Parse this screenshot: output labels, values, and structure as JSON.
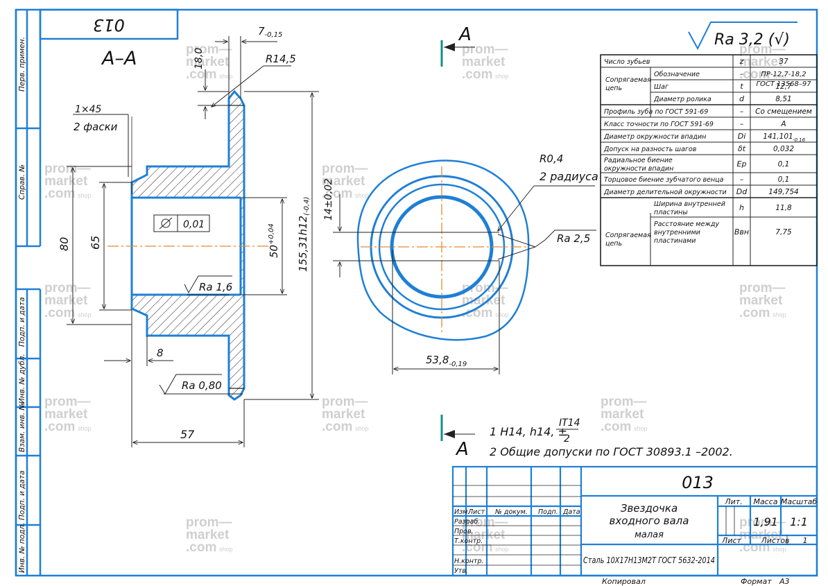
{
  "designation_rotated": "013",
  "section_label": "А–А",
  "view_label": "А",
  "roughness_general": "Ra 3,2 (√)",
  "left_strip": [
    "Перв. примен.",
    "Справ. №",
    "Подп. и дата",
    "Инв. № дубл.",
    "Взам. инв. №",
    "Подп. и дата",
    "Инв. № подл."
  ],
  "dims": {
    "d7": "7",
    "d7_tol": "-0,15",
    "r145": "R14,5",
    "d18": "18,0",
    "chamfer": "1×45",
    "chamfer_note": "2 фаски",
    "d80": "80",
    "d65": "65",
    "runout_val": "0,01",
    "d50": "50",
    "d50_tol": "+0,04",
    "d1553": "155,31h12",
    "d1553_tol": "(-0,4)",
    "ra16": "Ra 1,6",
    "d8": "8",
    "ra080": "Ra 0,80",
    "d57": "57",
    "d14": "14±0,02",
    "r04": "R0,4",
    "r04_note": "2 радиуса",
    "ra25": "Ra 2,5",
    "d538": "53,8",
    "d538_tol": "-0,19"
  },
  "notes": {
    "n1": "1 H14, h14, ±",
    "n1_num": "IT14",
    "n1_den": "2",
    "n2": "2 Общие допуски по ГОСТ 30893.1 –2002."
  },
  "params": [
    {
      "group": "",
      "name": "Число зубьев",
      "sym": "z",
      "val": "37"
    },
    {
      "group": "Сопрягаемая цепь",
      "name": "Обозначение",
      "sym": "–",
      "val": "ПР-12,7-18,2",
      "val2": "ГОСТ 13568–97"
    },
    {
      "group": "",
      "name": "Шаг",
      "sym": "t",
      "val": "12,7"
    },
    {
      "group": "",
      "name": "Диаметр ролика",
      "sym": "d",
      "val": "8,51"
    },
    {
      "group": "",
      "name": "Профиль зуба по ГОСТ 591-69",
      "sym": "–",
      "val": "Со смещением"
    },
    {
      "group": "",
      "name": "Класс точности по ГОСТ 591-69",
      "sym": "–",
      "val": "А"
    },
    {
      "group": "",
      "name": "Диаметр окружности впадин",
      "sym": "Di",
      "val": "141,101",
      "val_sub": "-0,16"
    },
    {
      "group": "",
      "name": "Допуск на разность шагов",
      "sym": "δt",
      "val": "0,032"
    },
    {
      "group": "",
      "name": "Радиальное биение",
      "name2": "окружности впадин",
      "sym": "Ep",
      "val": "0,1"
    },
    {
      "group": "",
      "name": "Торцовое биение зубчатого венца",
      "sym": "–",
      "val": "0,1"
    },
    {
      "group": "",
      "name": "Диаметр делительной окружности",
      "sym": "Dd",
      "val": "149,754"
    },
    {
      "group": "Сопрягаемая цепь",
      "name": "Ширина внутренней",
      "name2": "пластины",
      "sym": "h",
      "val": "11,8"
    },
    {
      "group": "",
      "name": "Расстояние между",
      "name2": "внутренними",
      "name3": "пластинами",
      "sym": "Bвн",
      "val": "7,75"
    }
  ],
  "title_block": {
    "designation": "013",
    "name1": "Звездочка",
    "name2": "входного вала",
    "name3": "малая",
    "lit_label": "Лит.",
    "mass_label": "Масса",
    "scale_label": "Масштаб",
    "mass": "1,91",
    "scale": "1:1",
    "sheet_label": "Лист",
    "sheets_label": "Листов",
    "sheets": "1",
    "material": "Сталь 10Х17Н13М2Т ГОСТ 5632-2014",
    "headers": [
      "Изм.",
      "Лист",
      "№ докум.",
      "Подп.",
      "Дата"
    ],
    "roles": [
      "Разраб.",
      "Пров.",
      "Т.контр.",
      "",
      "Н.контр.",
      "Утв."
    ],
    "copied": "Копировал",
    "format": "Формат",
    "format_val": "А3"
  },
  "watermark": {
    "l1": "prom—",
    "l2": "market",
    "l3": ".com",
    "l4": "shop"
  }
}
